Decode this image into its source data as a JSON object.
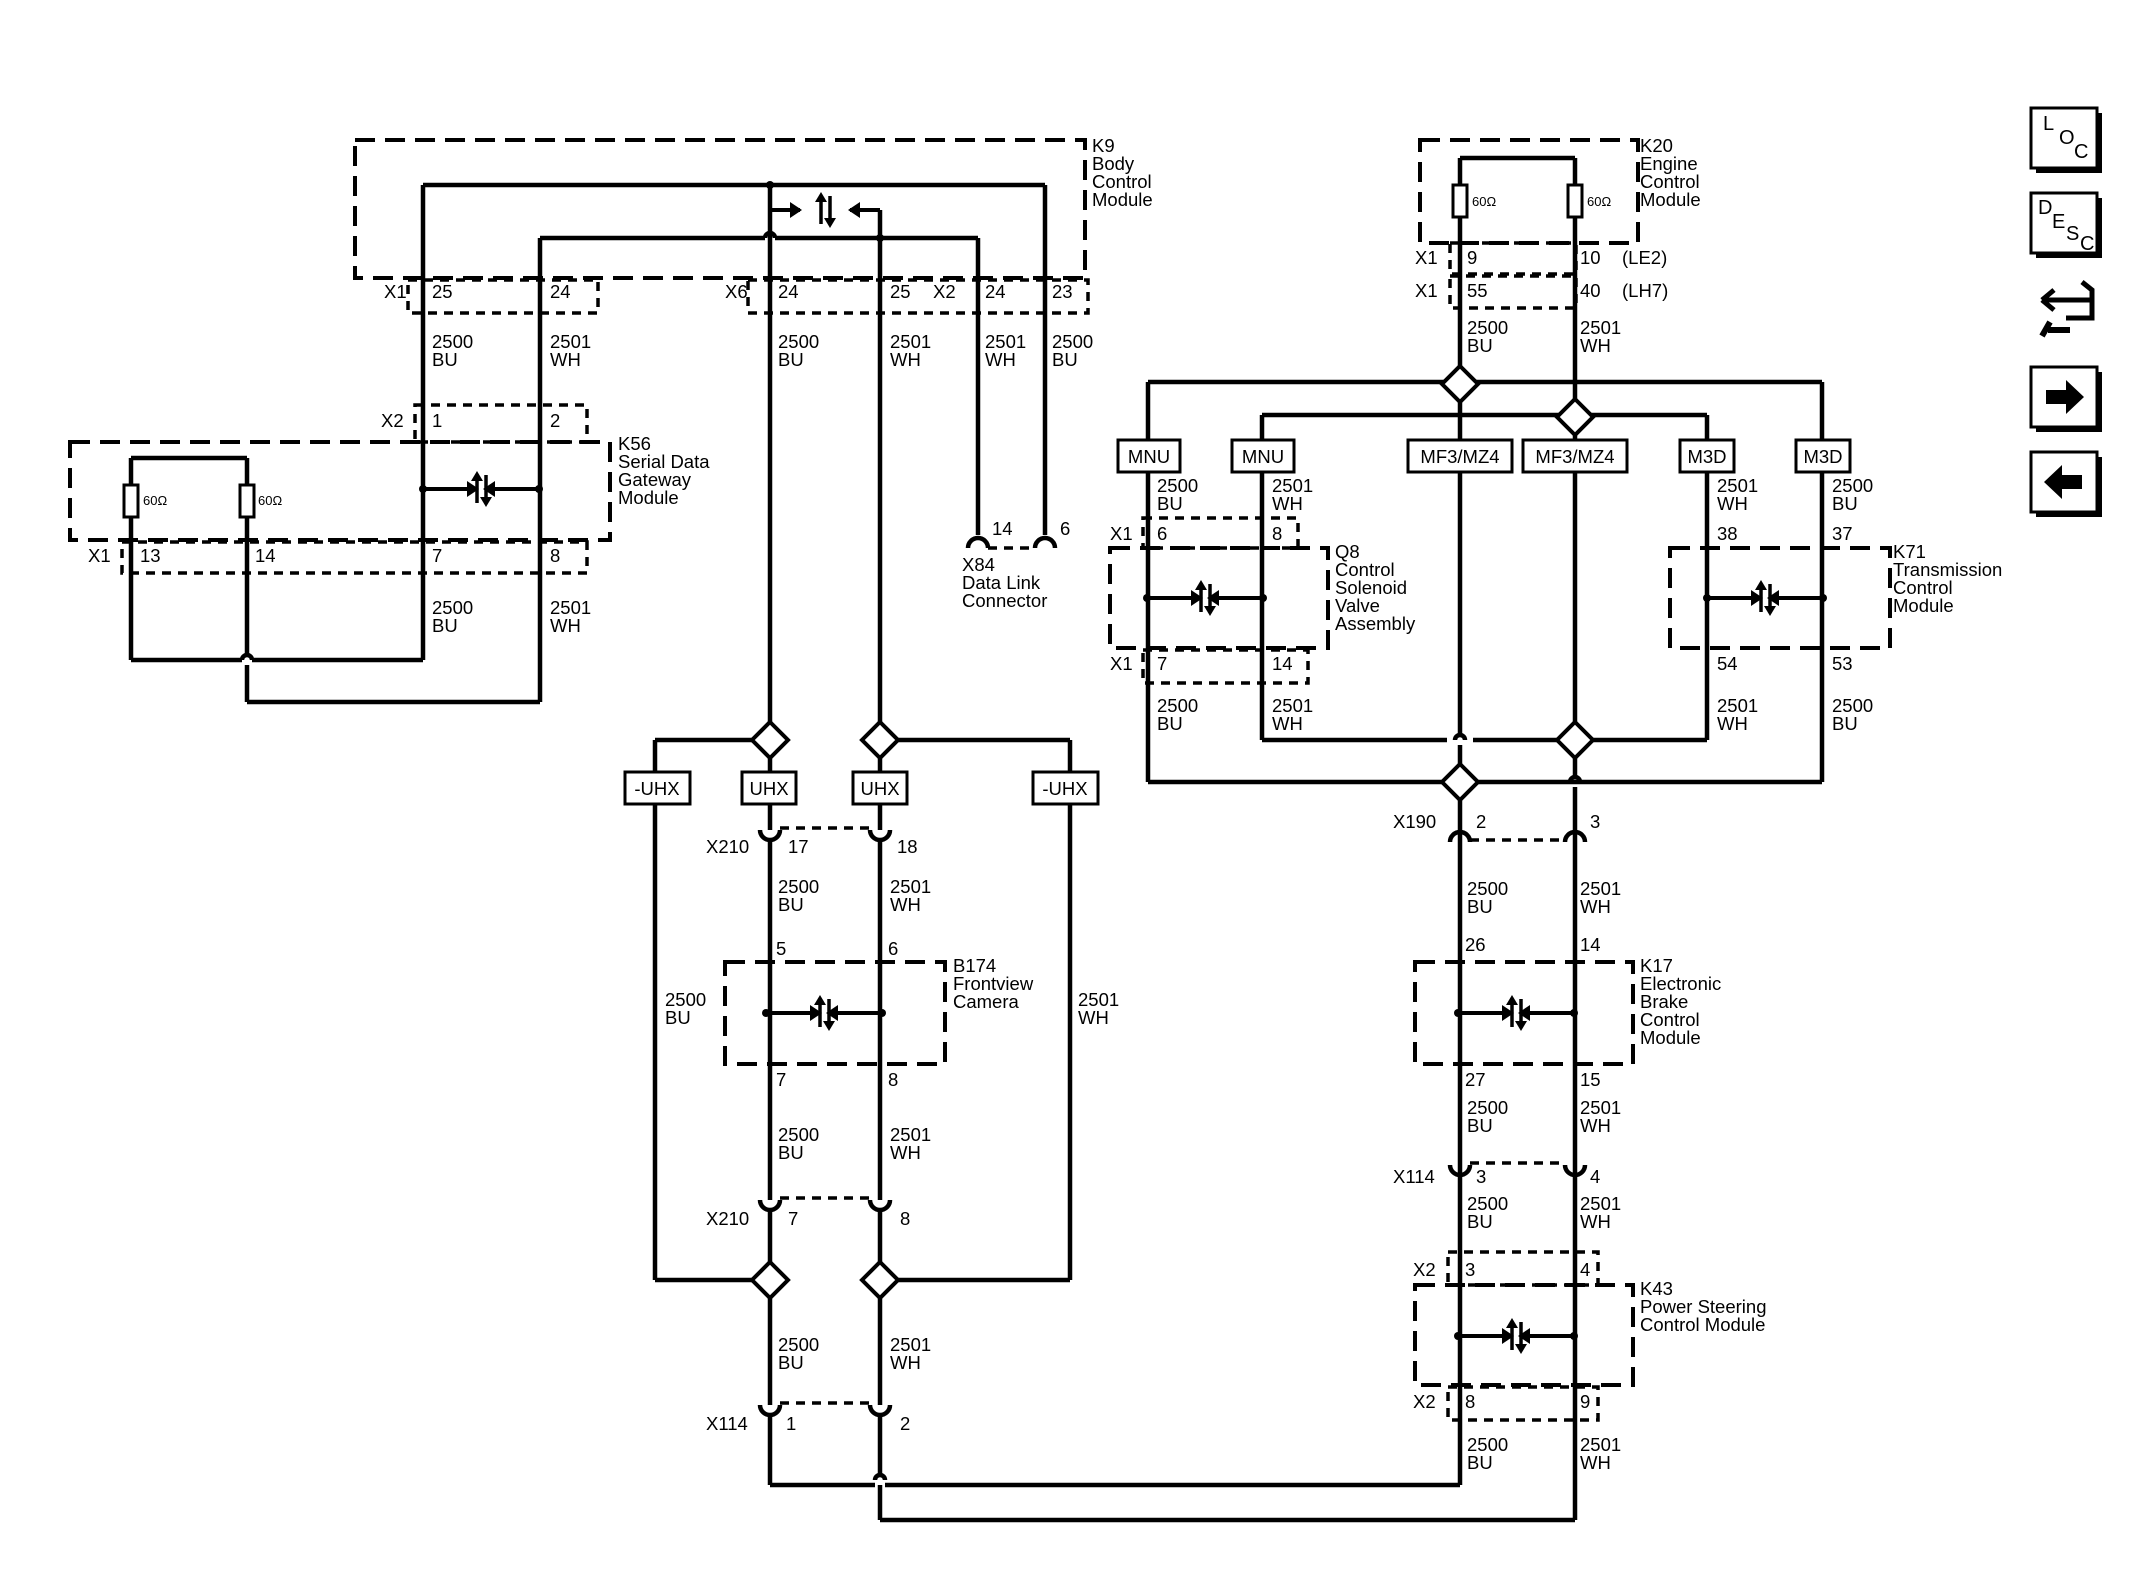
{
  "modules": {
    "k9": [
      "K9",
      "Body",
      "Control",
      "Module"
    ],
    "k20": [
      "K20",
      "Engine",
      "Control",
      "Module"
    ],
    "k56": [
      "K56",
      "Serial Data",
      "Gateway",
      "Module"
    ],
    "x84": [
      "X84",
      "Data Link",
      "Connector"
    ],
    "q8": [
      "Q8",
      "Control",
      "Solenoid",
      "Valve",
      "Assembly"
    ],
    "k71": [
      "K71",
      "Transmission",
      "Control",
      "Module"
    ],
    "b174": [
      "B174",
      "Frontview",
      "Camera"
    ],
    "k17": [
      "K17",
      "Electronic",
      "Brake",
      "Control",
      "Module"
    ],
    "k43": [
      "K43",
      "Power Steering",
      "Control Module"
    ]
  },
  "labels": [
    "X1",
    "25",
    "24",
    "X6",
    "24",
    "25",
    "X2",
    "24",
    "23",
    "X1",
    "9",
    "10",
    "(LE2)",
    "X1",
    "55",
    "40",
    "(LH7)",
    "60Ω",
    "60Ω",
    "60Ω",
    "60Ω",
    "X2",
    "1",
    "2",
    "X1",
    "13",
    "14",
    "7",
    "8",
    "14",
    "6",
    "X1",
    "6",
    "8",
    "X1",
    "7",
    "14",
    "38",
    "37",
    "54",
    "53",
    "X210",
    "17",
    "18",
    "5",
    "6",
    "7",
    "8",
    "X210",
    "7",
    "8",
    "X114",
    "1",
    "2",
    "X190",
    "2",
    "3",
    "26",
    "14",
    "27",
    "15",
    "X114",
    "3",
    "4",
    "X2",
    "3",
    "4",
    "X2",
    "8",
    "9"
  ],
  "wire_labels": [
    [
      "2500",
      "BU"
    ],
    [
      "2501",
      "WH"
    ],
    [
      "2500",
      "BU"
    ],
    [
      "2501",
      "WH"
    ],
    [
      "2501",
      "WH"
    ],
    [
      "2500",
      "BU"
    ],
    [
      "2500",
      "BU"
    ],
    [
      "2501",
      "WH"
    ],
    [
      "2500",
      "BU"
    ],
    [
      "2501",
      "WH"
    ],
    [
      "2500",
      "BU"
    ],
    [
      "2501",
      "WH"
    ],
    [
      "2501",
      "WH"
    ],
    [
      "2500",
      "BU"
    ],
    [
      "2500",
      "BU"
    ],
    [
      "2501",
      "WH"
    ],
    [
      "2501",
      "WH"
    ],
    [
      "2500",
      "BU"
    ],
    [
      "2500",
      "BU"
    ],
    [
      "2501",
      "WH"
    ],
    [
      "2500",
      "BU"
    ],
    [
      "2501",
      "WH"
    ],
    [
      "2500",
      "BU"
    ],
    [
      "2501",
      "WH"
    ],
    [
      "2500",
      "BU"
    ],
    [
      "2501",
      "WH"
    ],
    [
      "2500",
      "BU"
    ],
    [
      "2501",
      "WH"
    ],
    [
      "2500",
      "BU"
    ],
    [
      "2501",
      "WH"
    ],
    [
      "2500",
      "BU"
    ],
    [
      "2501",
      "WH"
    ],
    [
      "2500",
      "BU"
    ],
    [
      "2501",
      "WH"
    ]
  ],
  "tags": [
    "MNU",
    "MNU",
    "MF3/MZ4",
    "MF3/MZ4",
    "M3D",
    "M3D",
    "-UHX",
    "UHX",
    "UHX",
    "-UHX"
  ],
  "nav": {
    "loc": [
      "L",
      "O",
      "C"
    ],
    "desc": [
      "D",
      "E",
      "S",
      "C"
    ],
    "icons": [
      "circuit-flow-icon",
      "arrow-right-icon",
      "arrow-left-icon"
    ]
  }
}
